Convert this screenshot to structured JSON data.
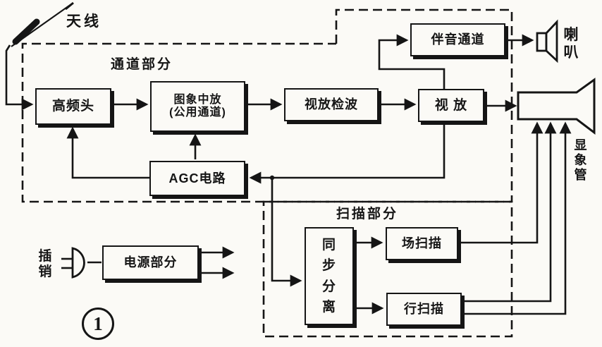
{
  "figure": {
    "number": "1"
  },
  "labels": {
    "antenna": "天线",
    "channel_section": "通道部分",
    "scanning_section": "扫描部分",
    "speaker": "喇叭",
    "plug": "插销",
    "picture_tube": "显象管"
  },
  "blocks": {
    "tuner": "高频头",
    "if_amp_line1": "图象中放",
    "if_amp_line2": "(公用通道)",
    "video_detector": "视放检波",
    "video_amp": "视 放",
    "sound_channel": "伴音通道",
    "agc": "AGC电路",
    "sync_separator": "同步分离",
    "field_scan": "场扫描",
    "line_scan": "行扫描",
    "power_supply": "电源部分"
  },
  "colors": {
    "ink": "#151515",
    "paper": "#fbfaf6"
  }
}
